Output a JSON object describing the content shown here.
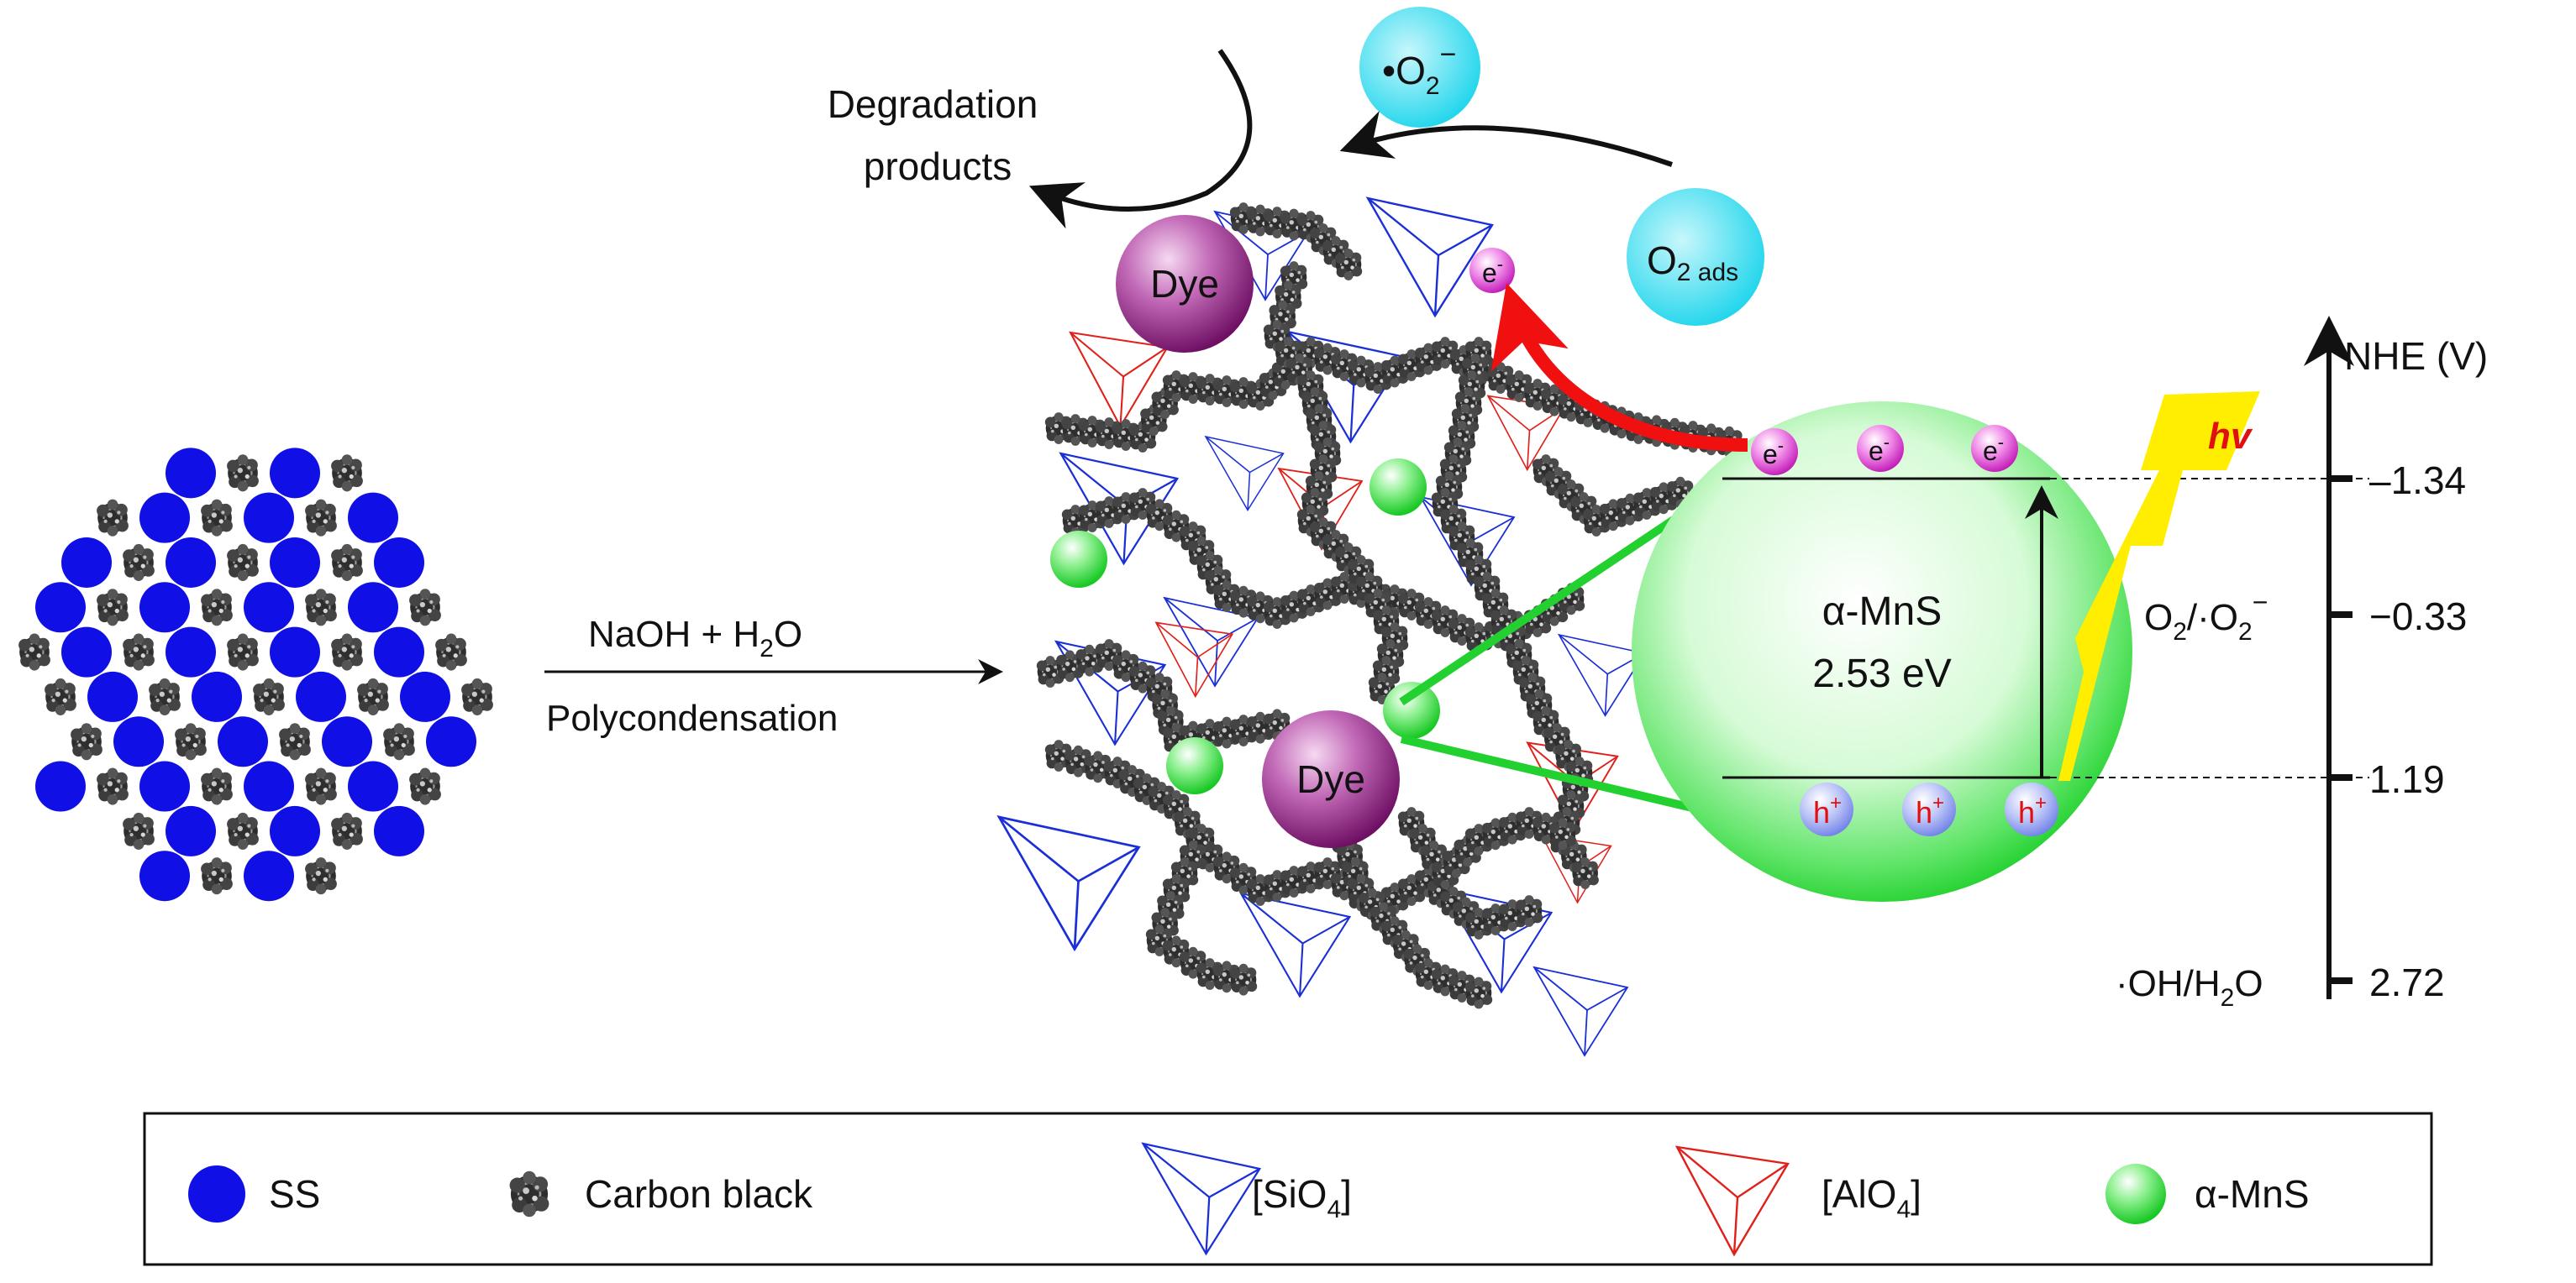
{
  "colors": {
    "ss": "#1010e6",
    "carbon": "#3a3a3a",
    "sio4": "#1a2fd6",
    "alo4": "#e0201a",
    "mns": "#22d12f",
    "mns_outline": "#16c51f",
    "oxygen": "#33dcef",
    "dye": "#8b1a7e",
    "electron": "#e040d8",
    "hole": "#8d9bf0",
    "photon": "#ffee00",
    "photon_text": "#e01010",
    "red_arrow": "#f01010"
  },
  "icons": {
    "ss": "blue-sphere",
    "carbon": "carbon-cluster",
    "sio4": "blue-tetrahedron",
    "alo4": "red-tetrahedron",
    "mns": "green-sphere",
    "photon": "lightning-bolt"
  },
  "labels": {
    "superoxide": "•O",
    "superoxide_sub": "2",
    "superoxide_sup": "−",
    "degradation_1": "Degradation",
    "degradation_2": "products",
    "o2ads_main": "O",
    "o2ads_sub": "2 ads",
    "dye": "Dye",
    "electron": "e",
    "electron_sup": "-",
    "hole": "h",
    "hole_sup": "+",
    "reagent_pre": "NaOH + H",
    "reagent_sub": "2",
    "reagent_post": "O",
    "process": "Polycondensation",
    "mns_name": "α-MnS",
    "band_gap": "2.53 eV",
    "hv": "hv"
  },
  "nhe_axis": {
    "title": "NHE (V)",
    "ticks": [
      {
        "value": "–1.34",
        "label": ""
      },
      {
        "value": "−0.33",
        "label_main": "O",
        "label_sub": "2",
        "label_mid": "/·O",
        "label_sub2": "2",
        "label_sup": "−"
      },
      {
        "value": "1.19",
        "label": ""
      },
      {
        "value": "2.72",
        "label_main": "·OH/H",
        "label_sub": "2",
        "label_post": "O"
      }
    ]
  },
  "legend": {
    "ss": "SS",
    "carbon": "Carbon black",
    "sio4_pre": "[SiO",
    "sio4_sub": "4",
    "sio4_post": "]",
    "alo4_pre": "[AlO",
    "alo4_sub": "4",
    "alo4_post": "]",
    "mns": "α-MnS"
  }
}
